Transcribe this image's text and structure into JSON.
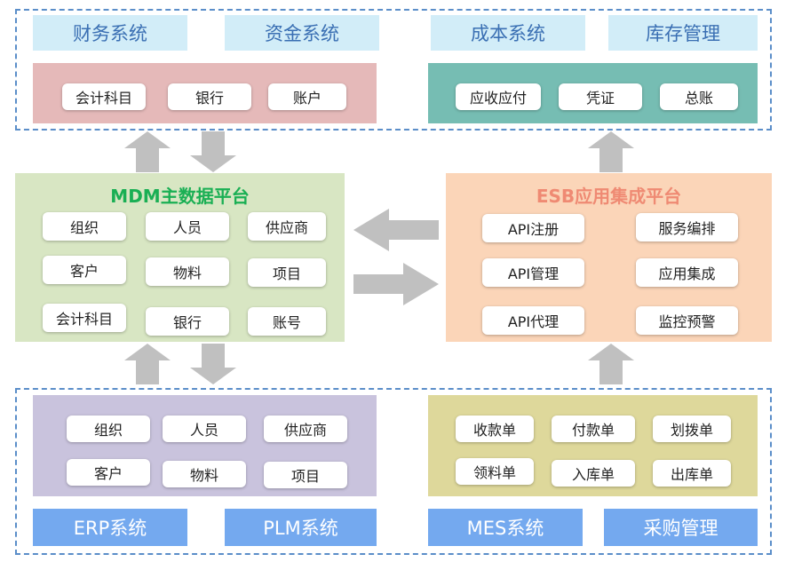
{
  "top": {
    "finance_title": "财务系统",
    "fund_title": "资金系统",
    "cost_title": "成本系统",
    "inventory_title": "库存管理",
    "finance_items": [
      "会计科目",
      "银行",
      "账户"
    ],
    "cost_items": [
      "应收应付",
      "凭证",
      "总账"
    ]
  },
  "mdm": {
    "title": "MDM主数据平台",
    "items": [
      "组织",
      "人员",
      "供应商",
      "客户",
      "物料",
      "项目",
      "会计科目",
      "银行",
      "账号"
    ]
  },
  "esb": {
    "title": "ESB应用集成平台",
    "items": [
      "API注册",
      "服务编排",
      "API管理",
      "应用集成",
      "API代理",
      "监控预警"
    ]
  },
  "bottom": {
    "erp_items": [
      "组织",
      "人员",
      "供应商",
      "客户",
      "物料",
      "项目"
    ],
    "mes_items": [
      "收款单",
      "付款单",
      "划拨单",
      "领料单",
      "入库单",
      "出库单"
    ],
    "erp_title": "ERP系统",
    "plm_title": "PLM系统",
    "mes_title": "MES系统",
    "purchase_title": "采购管理"
  },
  "colors": {
    "dashed_border": "#5b8ec9",
    "top_title_bg": "#d2edf8",
    "top_title_text": "#3a6fb3",
    "finance_panel": "#e5b9b9",
    "cost_panel": "#76bdb3",
    "mdm_panel": "#d8e6c3",
    "mdm_title": "#1aaf54",
    "esb_panel": "#fbd5b8",
    "esb_title": "#ef8a73",
    "erp_panel": "#c9c3dd",
    "mes_panel": "#ded89b",
    "bottom_title_bg": "#74a9ef",
    "arrow": "#c0c0c0"
  }
}
